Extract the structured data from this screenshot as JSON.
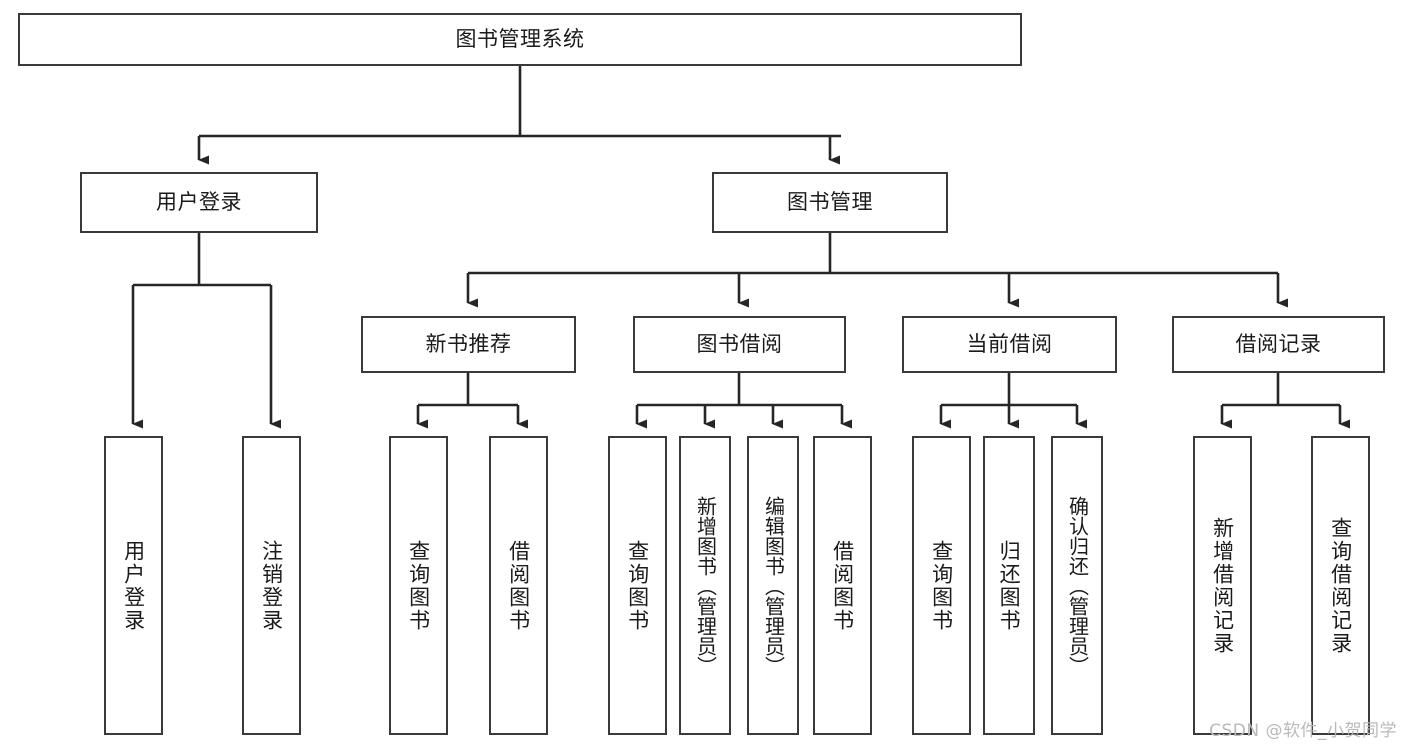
{
  "diagram": {
    "title_node": {
      "label": "图书管理系统"
    },
    "level2": [
      {
        "id": "user-login",
        "label": "用户登录"
      },
      {
        "id": "book-manage",
        "label": "图书管理"
      }
    ],
    "level3": [
      {
        "id": "new-book-recommend",
        "label": "新书推荐"
      },
      {
        "id": "book-borrow",
        "label": "图书借阅"
      },
      {
        "id": "current-borrow",
        "label": "当前借阅"
      },
      {
        "id": "borrow-record",
        "label": "借阅记录"
      }
    ],
    "leaves": [
      {
        "id": "leaf-user-login",
        "label": "用户登录"
      },
      {
        "id": "leaf-logout-login",
        "label": "注销登录"
      },
      {
        "id": "leaf-query-book-1",
        "label": "查询图书"
      },
      {
        "id": "leaf-borrow-book-1",
        "label": "借阅图书"
      },
      {
        "id": "leaf-query-book-2",
        "label": "查询图书"
      },
      {
        "id": "leaf-add-book-admin",
        "label": "新增图书（管理员）"
      },
      {
        "id": "leaf-edit-book-admin",
        "label": "编辑图书（管理员）"
      },
      {
        "id": "leaf-borrow-book-2",
        "label": "借阅图书"
      },
      {
        "id": "leaf-query-book-3",
        "label": "查询图书"
      },
      {
        "id": "leaf-return-book",
        "label": "归还图书"
      },
      {
        "id": "leaf-confirm-return-admin",
        "label": "确认归还（管理员）"
      },
      {
        "id": "leaf-add-borrow-record",
        "label": "新增借阅记录"
      },
      {
        "id": "leaf-query-borrow-record",
        "label": "查询借阅记录"
      }
    ],
    "colors": {
      "border": "#3a3a3a",
      "text": "#1b1b1b",
      "background": "#ffffff",
      "edge": "#262626",
      "watermark": "#b9b9b9"
    }
  },
  "watermark": {
    "text": "CSDN @软件_小贺同学"
  }
}
